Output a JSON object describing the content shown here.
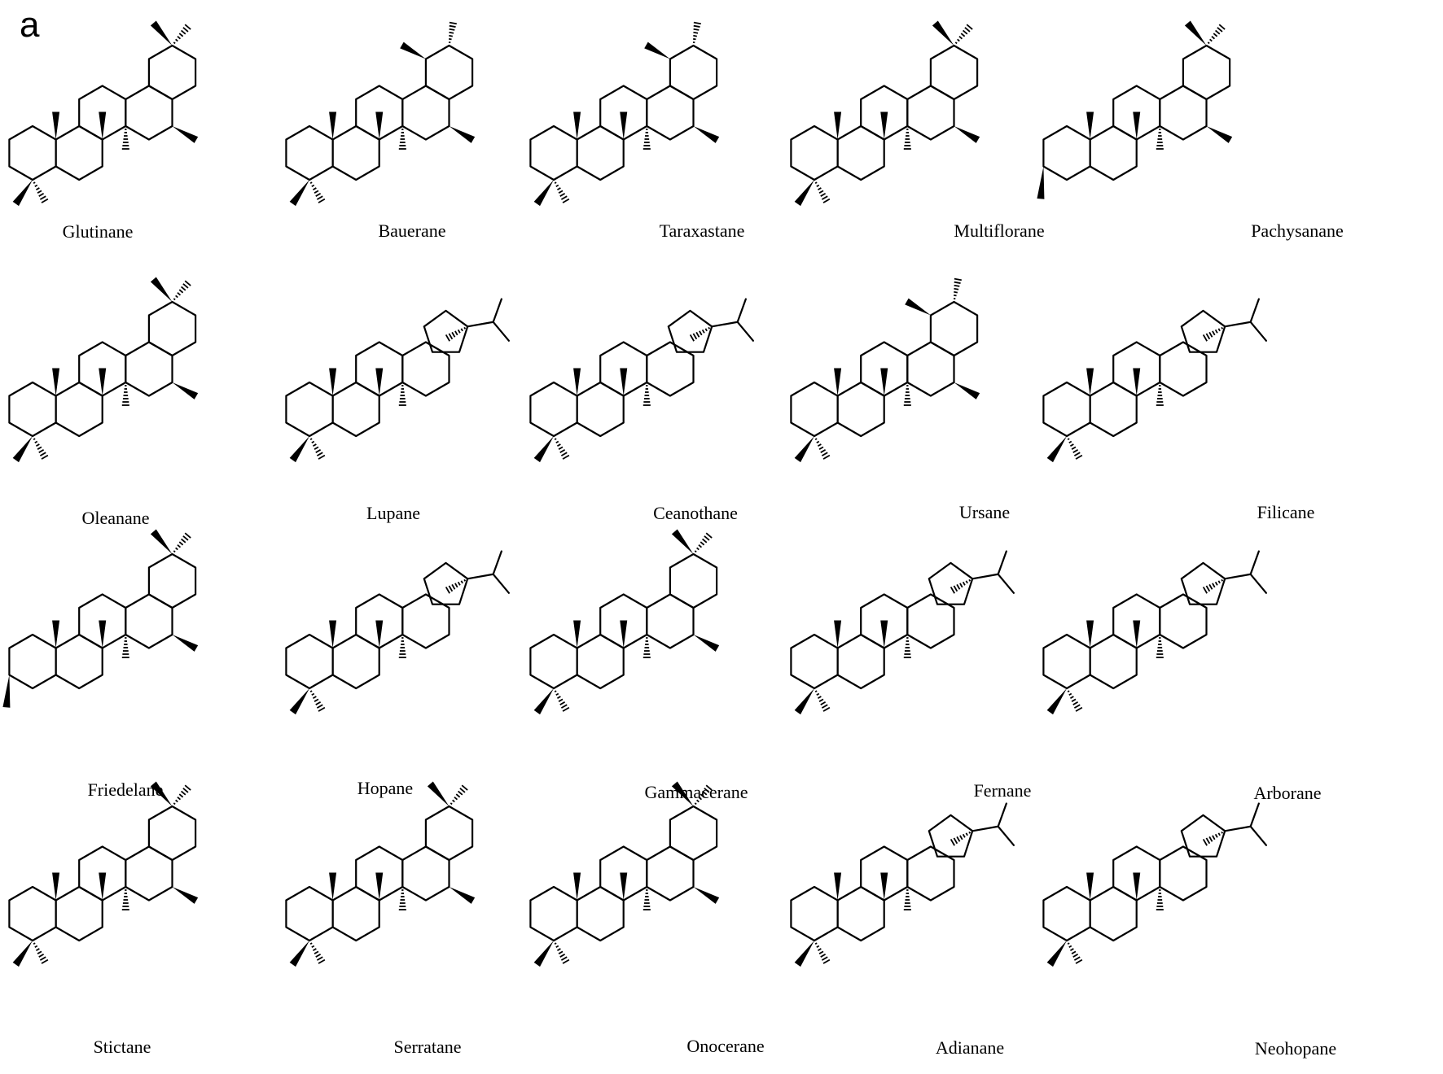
{
  "panel_label": "a",
  "structures": [
    {
      "name": "Glutinane"
    },
    {
      "name": "Bauerane"
    },
    {
      "name": "Taraxastane"
    },
    {
      "name": "Multiflorane"
    },
    {
      "name": "Pachysanane"
    },
    {
      "name": "Oleanane"
    },
    {
      "name": "Lupane"
    },
    {
      "name": "Ceanothane"
    },
    {
      "name": "Ursane"
    },
    {
      "name": "Filicane"
    },
    {
      "name": "Friedelane"
    },
    {
      "name": "Hopane"
    },
    {
      "name": "Gammacerane"
    },
    {
      "name": "Fernane"
    },
    {
      "name": "Arborane"
    },
    {
      "name": "Stictane"
    },
    {
      "name": "Serratane"
    },
    {
      "name": "Onocerane"
    },
    {
      "name": "Adianane"
    },
    {
      "name": "Neohopane"
    }
  ]
}
